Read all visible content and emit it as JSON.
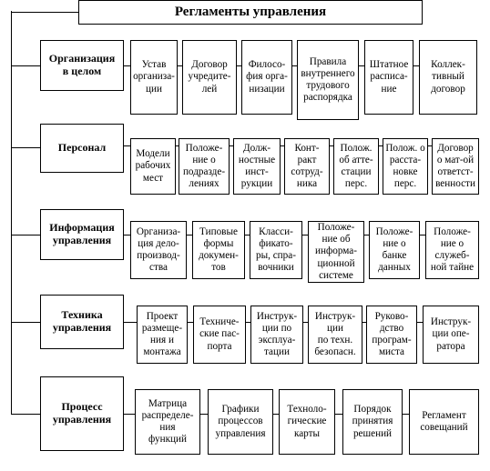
{
  "title": "Регламенты управления",
  "groups": [
    {
      "label": "Организация\nв целом",
      "items": [
        "Устав\nорганиза-\nции",
        "Договор\nучредите-\nлей",
        "Филосо-\nфия орга-\nнизации",
        "Правила\nвнутреннего\nтрудового\nраспорядка",
        "Штатное\nрасписа-\nние",
        "Коллек-\nтивный\nдоговор"
      ]
    },
    {
      "label": "Персонал",
      "items": [
        "Модели\nрабочих\nмест",
        "Положе-\nние о\nподразде-\nлениях",
        "Долж-\nностные\nинст-\nрукции",
        "Конт-\nракт\nсотруд-\nника",
        "Полож.\nоб атте-\nстации\nперс.",
        "Полож. о\nрасста-\nновке\nперс.",
        "Договор\nо мат-ой\nответст-\nвенности"
      ]
    },
    {
      "label": "Информация\nуправления",
      "items": [
        "Организа-\nция дело-\nпроизвод-\nства",
        "Типовые\nформы\nдокумен-\nтов",
        "Класси-\nфикато-\nры, спра-\nвочники",
        "Положе-\nние об\nинформа-\nционной\nсистеме",
        "Положе-\nние о\nбанке\nданных",
        "Положе-\nние о\nслужеб-\nной тайне"
      ]
    },
    {
      "label": "Техника\nуправления",
      "items": [
        "Проект\nразмеще-\nния и\nмонтажа",
        "Техниче-\nские пас-\nпорта",
        "Инструк-\nции по\nэксплуа-\nтации",
        "Инструк-\nции\nпо техн.\nбезопасн.",
        "Руково-\nдство\nпрограм-\nмиста",
        "Инструк-\nции опе-\nратора"
      ]
    },
    {
      "label": "Процесс\nуправления",
      "items": [
        "Матрица\nраспределе-\nния\nфункций",
        "Графики\nпроцессов\nуправления",
        "Техноло-\nгические\nкарты",
        "Порядок\nпринятия\nрешений",
        "Регламент\nсовещаний"
      ]
    }
  ]
}
